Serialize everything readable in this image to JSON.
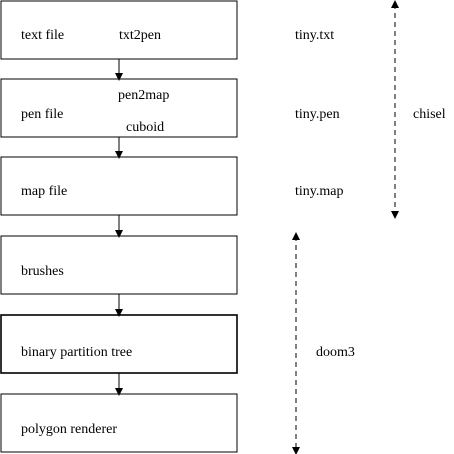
{
  "stages": [
    {
      "label": "text file",
      "tool": "txt2pen"
    },
    {
      "label": "pen file",
      "tool_top": "pen2map",
      "tool_bottom": "cuboid"
    },
    {
      "label": "map file"
    },
    {
      "label": "brushes"
    },
    {
      "label": "binary partition tree"
    },
    {
      "label": "polygon renderer"
    }
  ],
  "files": [
    "tiny.txt",
    "tiny.pen",
    "tiny.map"
  ],
  "spans": {
    "chisel": "chisel",
    "doom": "doom3"
  }
}
